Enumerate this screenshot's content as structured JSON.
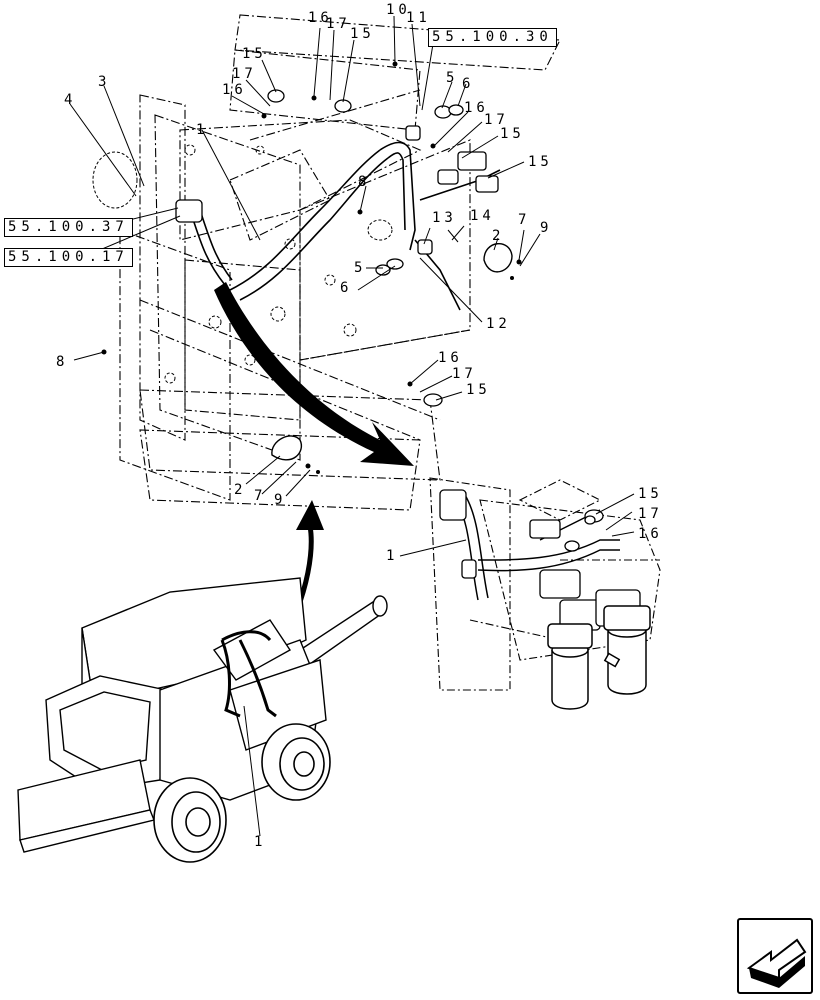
{
  "references": [
    {
      "id": "ref-55-100-30",
      "text": "55.100.30"
    },
    {
      "id": "ref-55-100-37",
      "text": "55.100.37"
    },
    {
      "id": "ref-55-100-17",
      "text": "55.100.17"
    }
  ],
  "callouts": {
    "top_10": "10",
    "top_16": "16",
    "top_17": "17",
    "top_15": "15",
    "top_11": "11",
    "left_15": "15",
    "left_17": "17",
    "left_16": "16",
    "left_4": "4",
    "left_3": "3",
    "left_1": "1",
    "left_8a": "8",
    "mid_8": "8",
    "r_5": "5",
    "r_6": "6",
    "r_16": "16",
    "r_17": "17",
    "r_15a": "15",
    "r_15b": "15",
    "r_13": "13",
    "r_14": "14",
    "r_2": "2",
    "r_7": "7",
    "r_9": "9",
    "r_5b": "5",
    "r_6b": "6",
    "r_12": "12",
    "low_16": "16",
    "low_17": "17",
    "low_15": "15",
    "bot_2": "2",
    "bot_7": "7",
    "bot_9": "9",
    "inset_15": "15",
    "inset_17": "17",
    "inset_16": "16",
    "inset_1": "1",
    "machine_1": "1"
  },
  "nav": {
    "icon": "back-arrow-icon"
  }
}
